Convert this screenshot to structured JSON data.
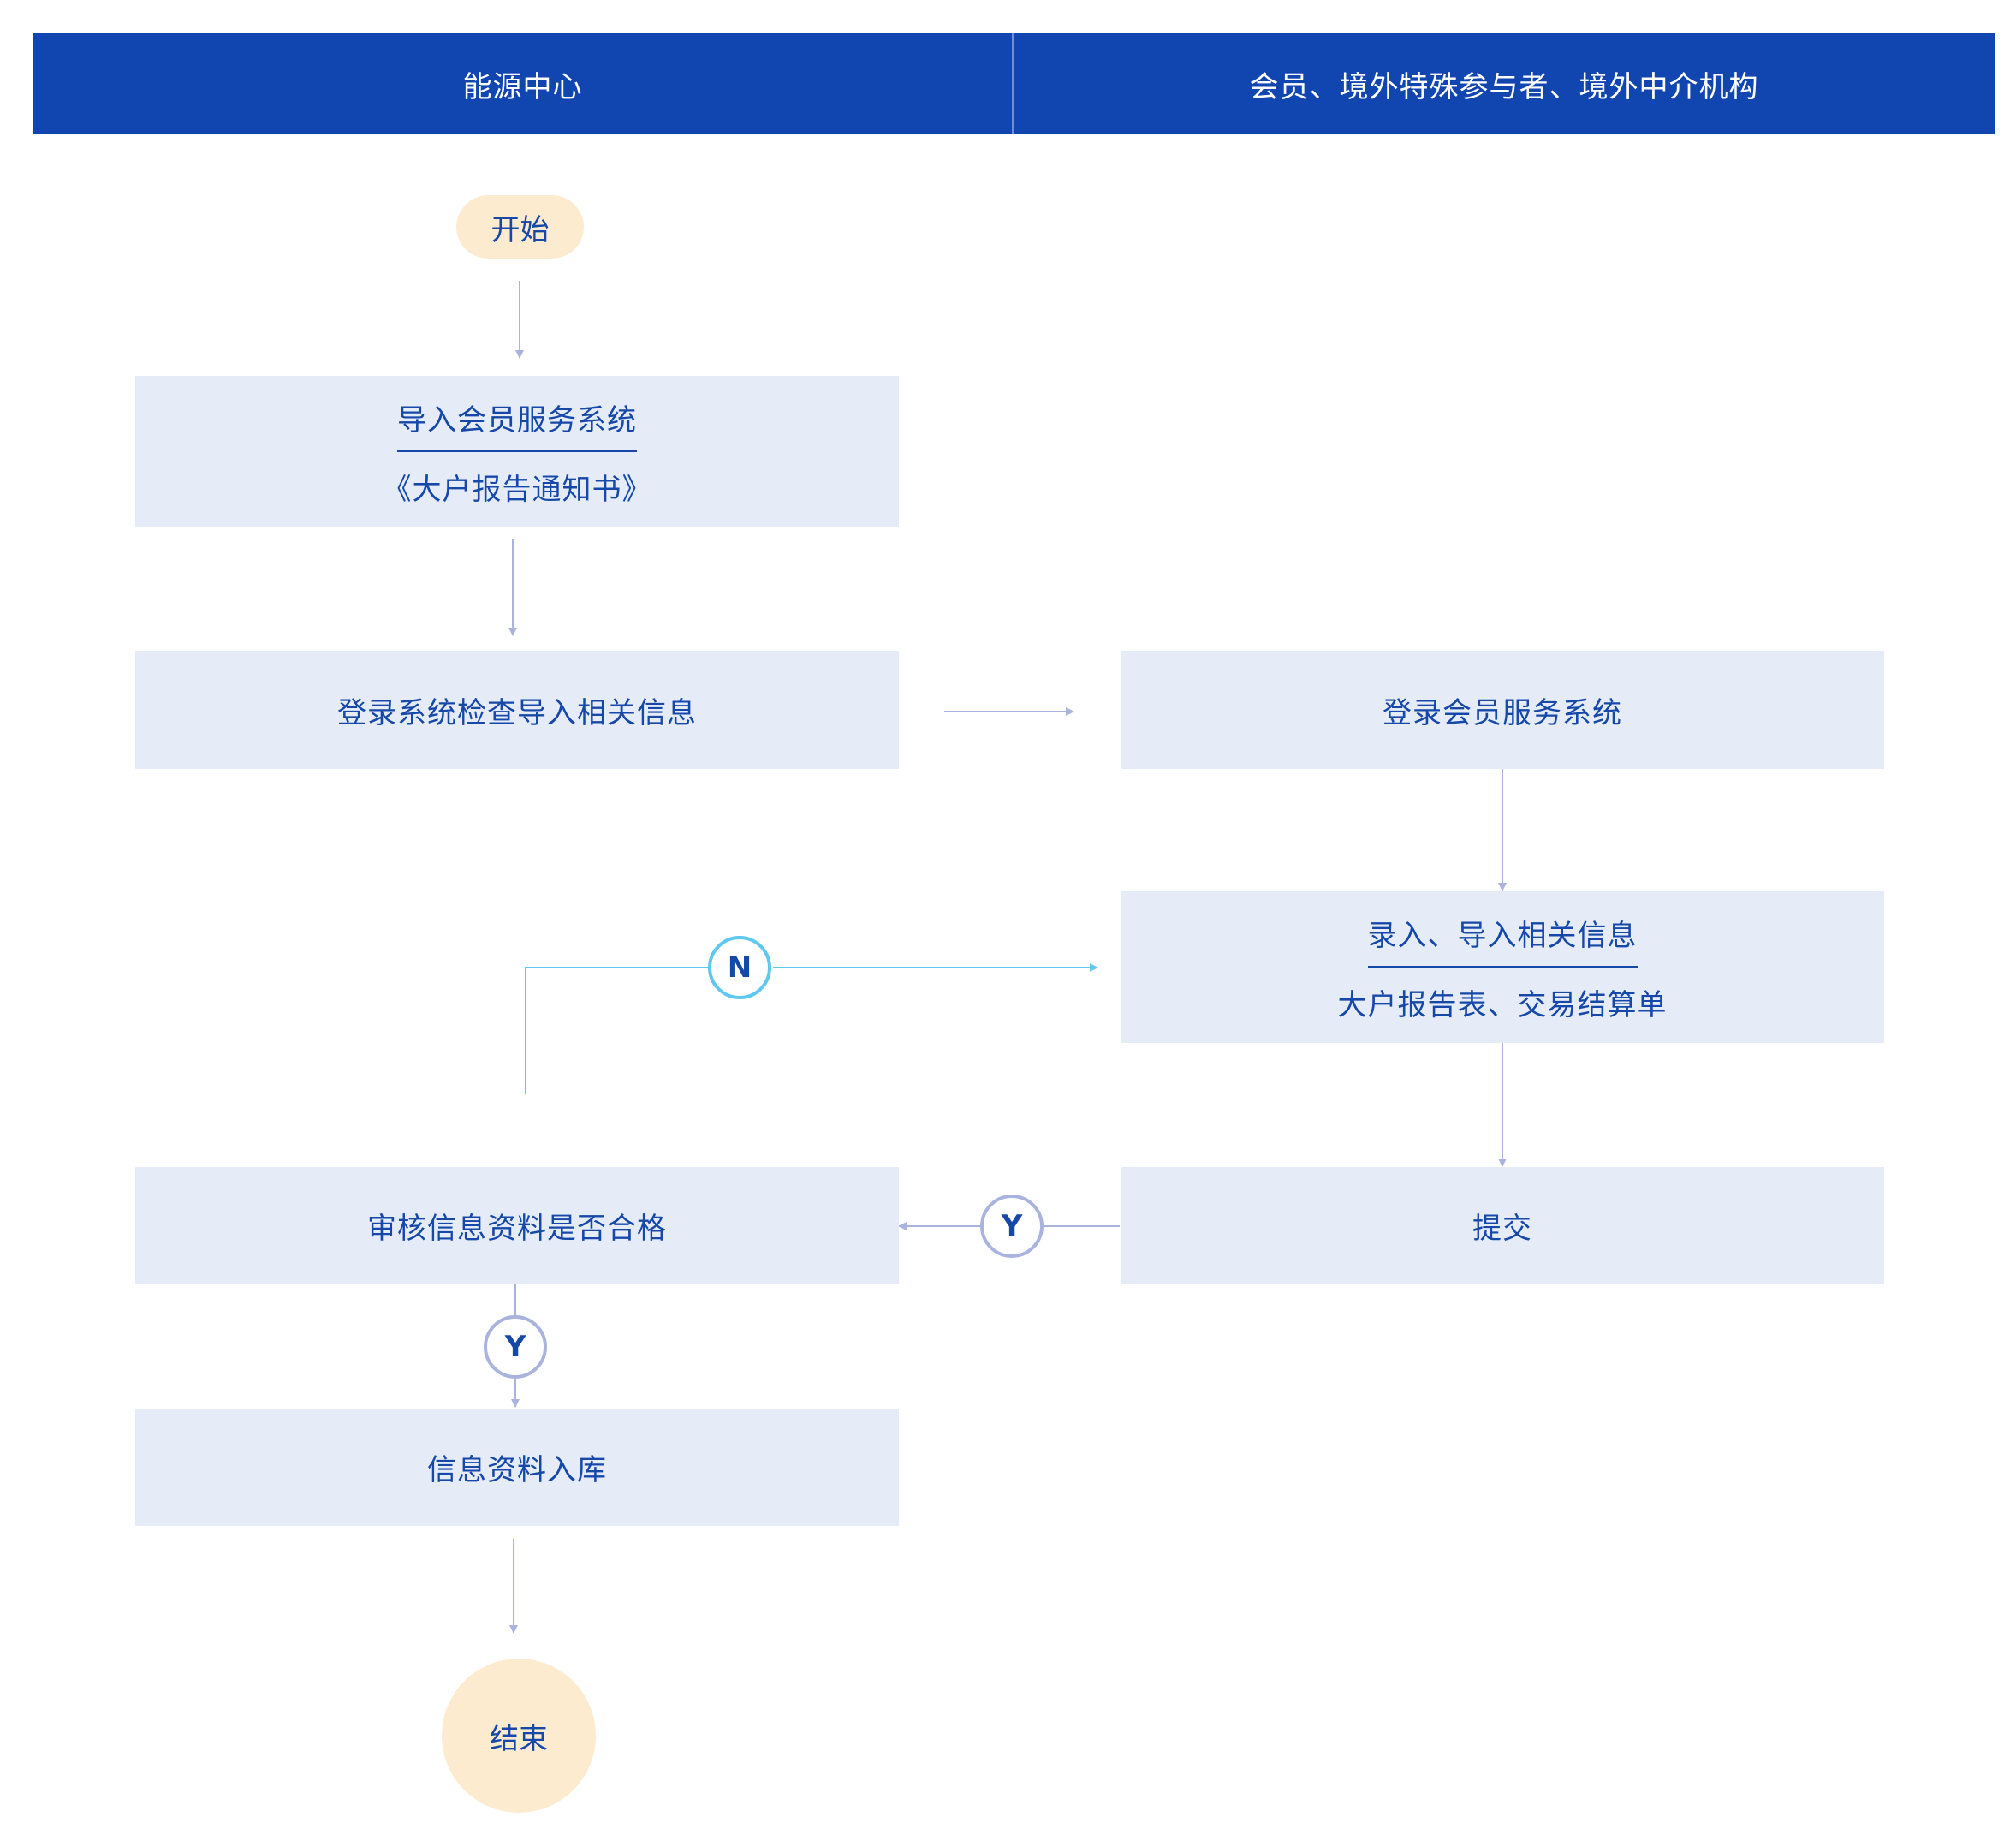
{
  "header": {
    "left_lane": "能源中心",
    "right_lane": "会员、境外特殊参与者、境外中介机构"
  },
  "nodes": {
    "start": "开始",
    "import_line1": "导入会员服务系统",
    "import_line2": "《大户报告通知书》",
    "login_check": "登录系统检查导入相关信息",
    "login_member": "登录会员服务系统",
    "enter_line1": "录入、导入相关信息",
    "enter_line2": "大户报告表、交易结算单",
    "submit": "提交",
    "review": "审核信息资料是否合格",
    "store": "信息资料入库",
    "end": "结束"
  },
  "decisions": {
    "yes": "Y",
    "no": "N"
  },
  "colors": {
    "header": "#1145b0",
    "box": "#e6ecf7",
    "text": "#1548a8",
    "terminal": "#fdebd0",
    "arrow": "#a9b3de",
    "reject": "#5fc8ee"
  }
}
